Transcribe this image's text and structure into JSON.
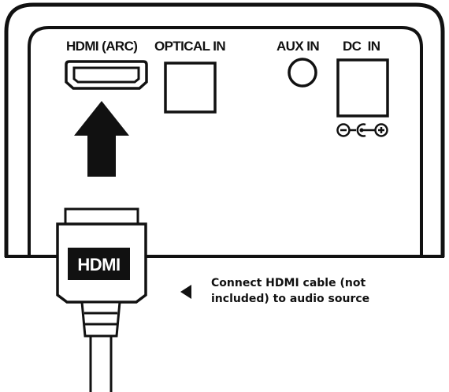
{
  "ports": {
    "hdmi_arc": "HDMI (ARC)",
    "optical_in": "OPTICAL IN",
    "aux_in": "AUX IN",
    "dc_in": "DC  IN"
  },
  "cable": {
    "plug_label": "HDMI"
  },
  "instruction": {
    "line1": "Connect HDMI cable (not",
    "line2": "included) to audio source"
  }
}
